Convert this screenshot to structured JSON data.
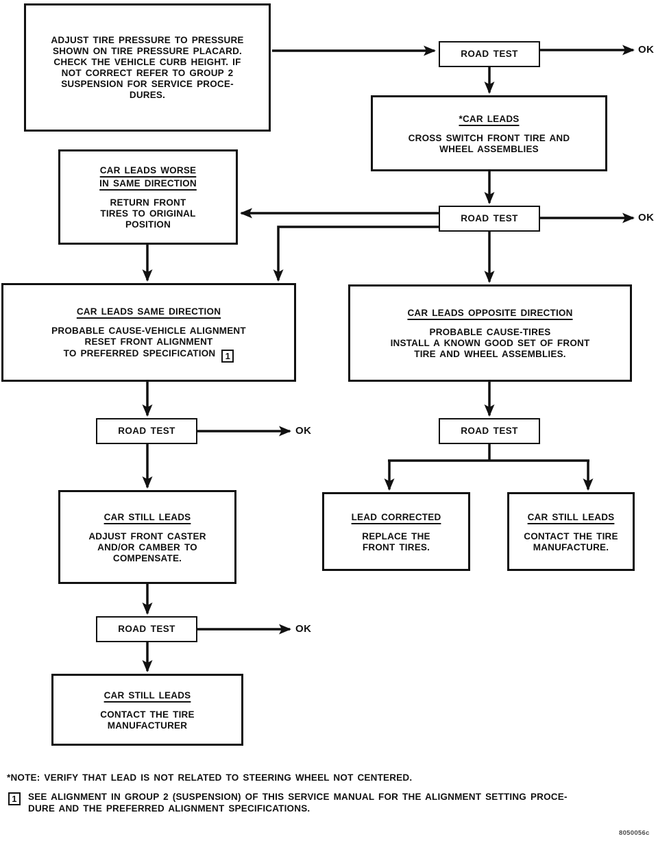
{
  "labels": {
    "road_test": "ROAD TEST",
    "ok": "OK"
  },
  "boxes": {
    "start": {
      "body": "ADJUST TIRE PRESSURE TO PRESSURE\nSHOWN ON TIRE PRESSURE PLACARD.\nCHECK THE VEHICLE CURB HEIGHT. IF\nNOT CORRECT REFER TO GROUP 2\nSUSPENSION FOR SERVICE PROCE-\nDURES."
    },
    "car_leads": {
      "title": "*CAR LEADS",
      "body": "CROSS SWITCH FRONT TIRE AND\nWHEEL ASSEMBLIES"
    },
    "car_leads_worse": {
      "title": "CAR LEADS WORSE\nIN SAME DIRECTION",
      "body": "RETURN FRONT\nTIRES TO ORIGINAL\nPOSITION"
    },
    "car_leads_same": {
      "title": "CAR LEADS SAME DIRECTION",
      "body": "PROBABLE CAUSE-VEHICLE ALIGNMENT\nRESET FRONT ALIGNMENT",
      "body_last_line": "TO PREFERRED SPECIFICATION",
      "footnote_ref": "1"
    },
    "car_leads_opposite": {
      "title": "CAR LEADS OPPOSITE DIRECTION",
      "body": "PROBABLE CAUSE-TIRES\nINSTALL A KNOWN GOOD SET OF FRONT\nTIRE AND WHEEL ASSEMBLIES."
    },
    "car_still_leads_caster": {
      "title": "CAR STILL LEADS",
      "body": "ADJUST FRONT CASTER\nAND/OR CAMBER TO\nCOMPENSATE."
    },
    "lead_corrected": {
      "title": "LEAD CORRECTED",
      "body": "REPLACE THE\nFRONT TIRES."
    },
    "car_still_leads_manufacture": {
      "title": "CAR STILL LEADS",
      "body": "CONTACT THE TIRE\nMANUFACTURE."
    },
    "car_still_leads_manufacturer": {
      "title": "CAR STILL LEADS",
      "body": "CONTACT THE TIRE\nMANUFACTURER"
    }
  },
  "notes": {
    "asterisk_note": "*NOTE: VERIFY THAT LEAD IS NOT RELATED TO STEERING WHEEL NOT CENTERED.",
    "ref_1": "1",
    "ref_1_text": "SEE ALIGNMENT IN GROUP 2 (SUSPENSION) OF THIS SERVICE MANUAL FOR THE ALIGNMENT SETTING PROCE-\nDURE AND THE PREFERRED ALIGNMENT SPECIFICATIONS."
  },
  "figure_code": "8050056c",
  "colors": {
    "ink": "#111111",
    "background": "#ffffff"
  }
}
